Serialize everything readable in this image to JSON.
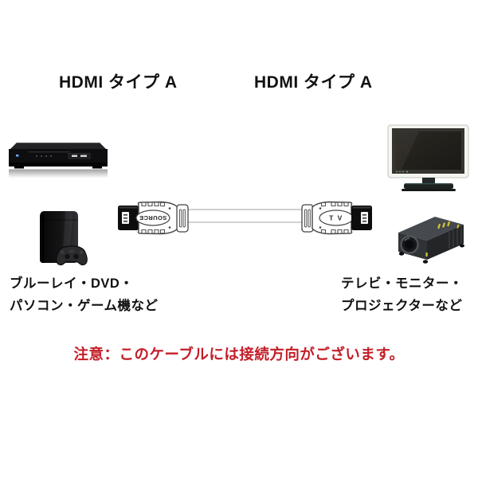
{
  "labels": {
    "left_type": "HDMI タイプ A",
    "right_type": "HDMI タイプ A"
  },
  "cable": {
    "source_label": "SOURCE",
    "tv_label": "T V",
    "body_color": "#ffffff",
    "outline_color": "#444444",
    "plug_color": "#0d0d0d"
  },
  "captions": {
    "sources_line1": "ブルーレイ・DVD・",
    "sources_line2": "パソコン・ゲーム機など",
    "displays_line1": "テレビ・モニター・",
    "displays_line2": "プロジェクターなど"
  },
  "warning": {
    "text": "注意：このケーブルには接続方向がございます。",
    "color": "#c41e28"
  },
  "images": {
    "left_top": "blu-ray-dvd-player",
    "left_bottom": "game-console-with-controller",
    "right_top": "tv-monitor",
    "right_bottom": "projector",
    "indicator_color": "#d6c832"
  }
}
